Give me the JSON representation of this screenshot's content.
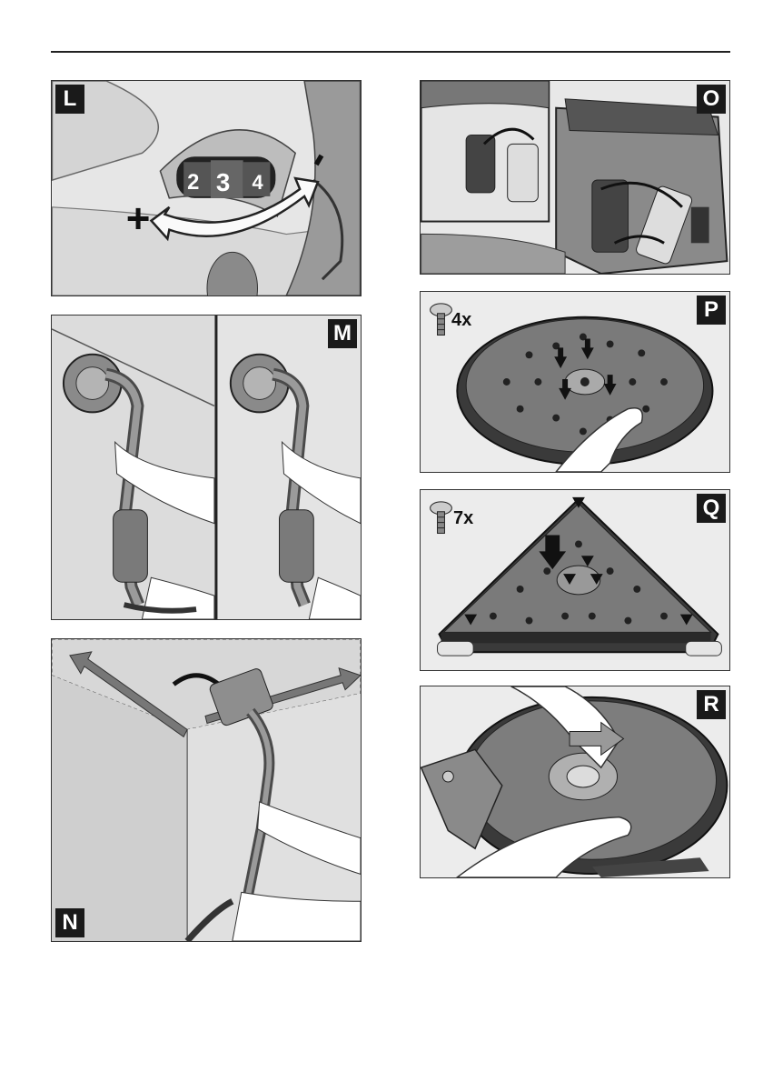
{
  "panels": {
    "L": {
      "label": "L",
      "dial_numbers": [
        "2",
        "3",
        "4"
      ],
      "plus_symbol": "+",
      "minus_symbol": "-"
    },
    "M": {
      "label": "M"
    },
    "N": {
      "label": "N"
    },
    "O": {
      "label": "O"
    },
    "P": {
      "label": "P",
      "screw_count": "4x"
    },
    "Q": {
      "label": "Q",
      "screw_count": "7x"
    },
    "R": {
      "label": "R"
    }
  }
}
